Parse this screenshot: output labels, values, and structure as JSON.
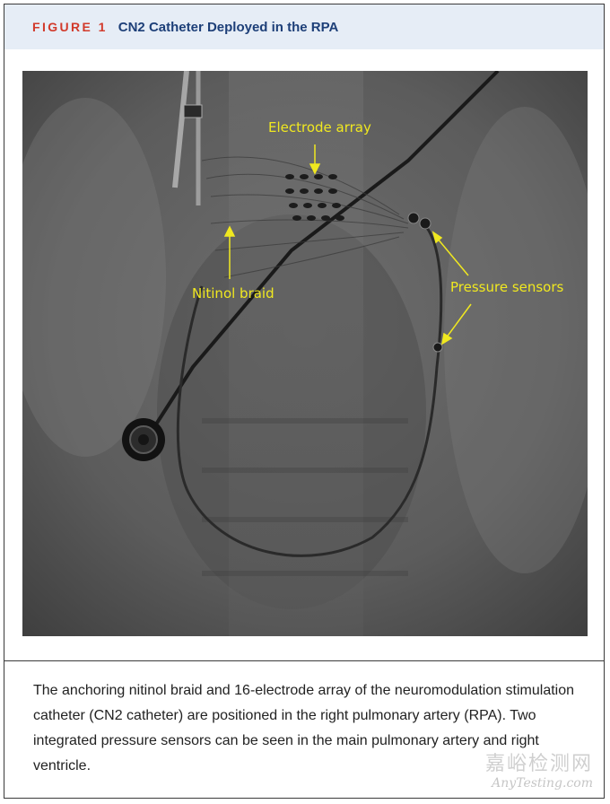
{
  "header": {
    "figure_label": "FIGURE 1",
    "title": "CN2 Catheter Deployed in the RPA"
  },
  "image": {
    "annotations": {
      "electrode_array": "Electrode array",
      "nitinol_braid": "Nitinol braid",
      "pressure_sensors": "Pressure sensors"
    },
    "annotation_color": "#f0e820"
  },
  "caption": {
    "text": "The anchoring nitinol braid and 16-electrode array of the neuromodulation stimulation catheter (CN2 catheter) are positioned in the right pulmonary artery (RPA). Two integrated pressure sensors can be seen in the main pulmonary artery and right ventricle."
  },
  "watermark": {
    "chinese": "嘉峪检测网",
    "english": "AnyTesting.com"
  },
  "colors": {
    "figure_label": "#d23a2b",
    "title": "#1d3f78",
    "header_bg": "#e6edf6"
  }
}
